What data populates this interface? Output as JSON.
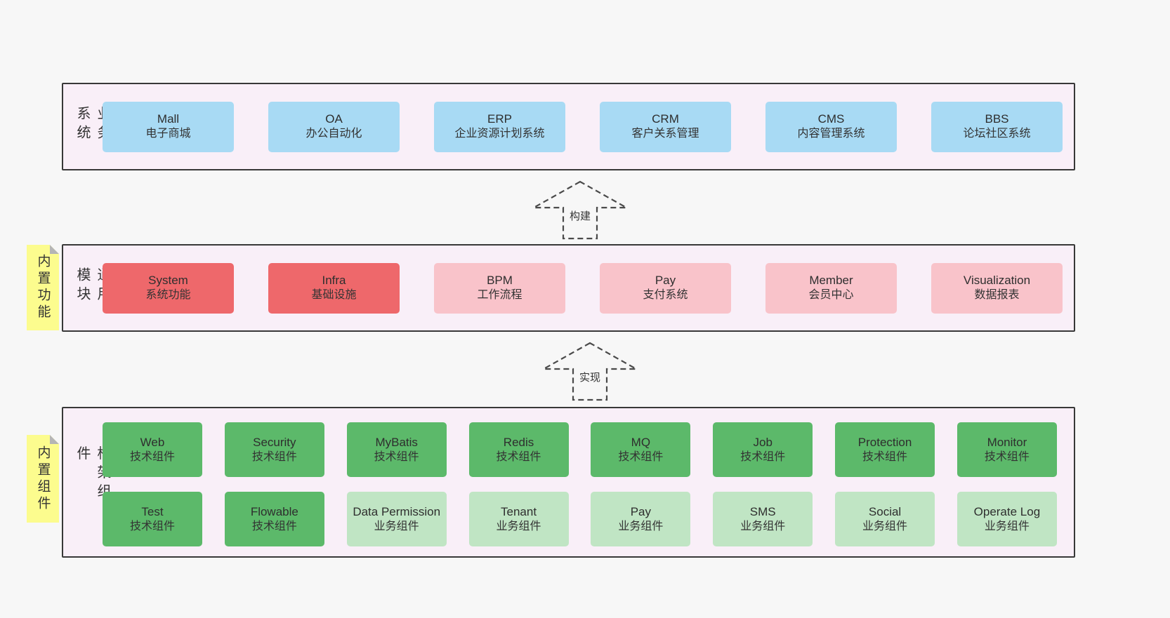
{
  "sections": {
    "business": {
      "label": "业务系统",
      "items": [
        {
          "title": "Mall",
          "subtitle": "电子商城"
        },
        {
          "title": "OA",
          "subtitle": "办公自动化"
        },
        {
          "title": "ERP",
          "subtitle": "企业资源计划系统"
        },
        {
          "title": "CRM",
          "subtitle": "客户关系管理"
        },
        {
          "title": "CMS",
          "subtitle": "内容管理系统"
        },
        {
          "title": "BBS",
          "subtitle": "论坛社区系统"
        }
      ]
    },
    "modules": {
      "label": "通用模块",
      "sticky": "内置功能",
      "items": [
        {
          "title": "System",
          "subtitle": "系统功能"
        },
        {
          "title": "Infra",
          "subtitle": "基础设施"
        },
        {
          "title": "BPM",
          "subtitle": "工作流程"
        },
        {
          "title": "Pay",
          "subtitle": "支付系统"
        },
        {
          "title": "Member",
          "subtitle": "会员中心"
        },
        {
          "title": "Visualization",
          "subtitle": "数据报表"
        }
      ]
    },
    "framework": {
      "label": "框架组件",
      "sticky": "内置组件",
      "row1": [
        {
          "title": "Web",
          "subtitle": "技术组件"
        },
        {
          "title": "Security",
          "subtitle": "技术组件"
        },
        {
          "title": "MyBatis",
          "subtitle": "技术组件"
        },
        {
          "title": "Redis",
          "subtitle": "技术组件"
        },
        {
          "title": "MQ",
          "subtitle": "技术组件"
        },
        {
          "title": "Job",
          "subtitle": "技术组件"
        },
        {
          "title": "Protection",
          "subtitle": "技术组件"
        },
        {
          "title": "Monitor",
          "subtitle": "技术组件"
        }
      ],
      "row2": [
        {
          "title": "Test",
          "subtitle": "技术组件"
        },
        {
          "title": "Flowable",
          "subtitle": "技术组件"
        },
        {
          "title": "Data Permission",
          "subtitle": "业务组件"
        },
        {
          "title": "Tenant",
          "subtitle": "业务组件"
        },
        {
          "title": "Pay",
          "subtitle": "业务组件"
        },
        {
          "title": "SMS",
          "subtitle": "业务组件"
        },
        {
          "title": "Social",
          "subtitle": "业务组件"
        },
        {
          "title": "Operate Log",
          "subtitle": "业务组件"
        }
      ]
    }
  },
  "arrows": {
    "build": {
      "label": "构建"
    },
    "implement": {
      "label": "实现"
    }
  },
  "colors": {
    "business_box": "#a8daf4",
    "module_core_box": "#ee686b",
    "module_box": "#f9c3ca",
    "tech_component_box": "#5cb96a",
    "biz_component_box": "#c0e5c4",
    "band_background": "#f9eff8",
    "sticky_note": "#fcfc8e",
    "page_background": "#f7f7f7"
  }
}
